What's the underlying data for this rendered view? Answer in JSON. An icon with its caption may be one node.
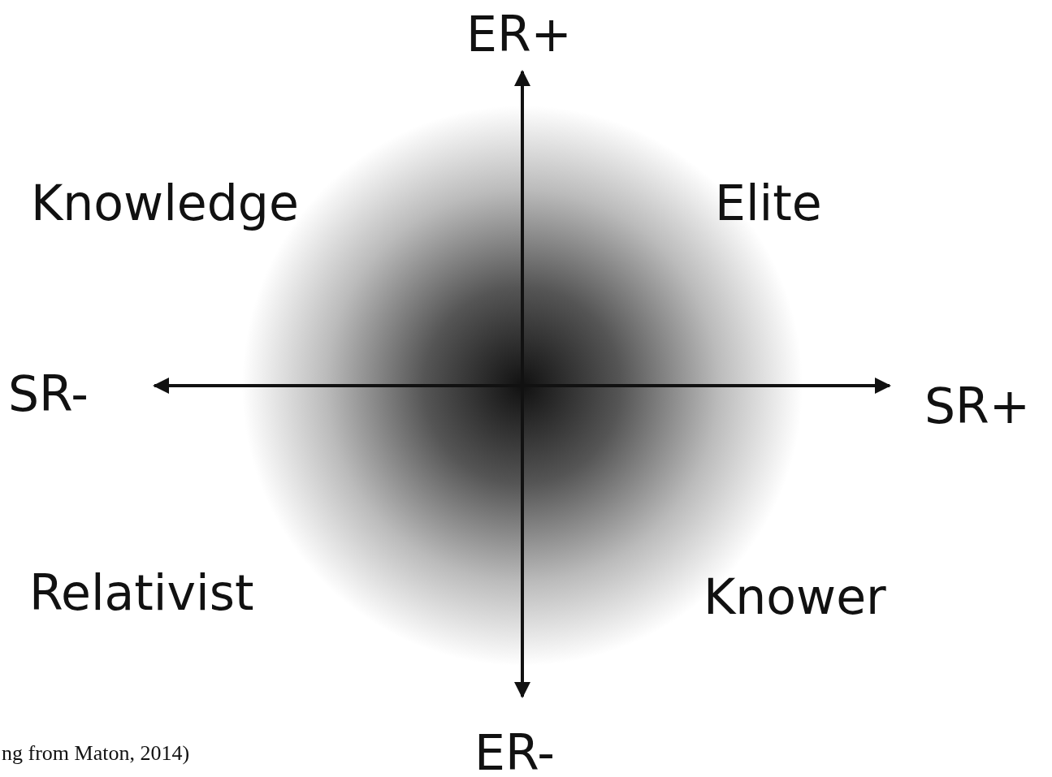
{
  "diagram": {
    "caption": "ng from Maton, 2014)",
    "labels": [
      "ER+",
      "Knowledge",
      "Elite",
      "SR-",
      "SR+",
      "Relativist",
      "Knower",
      "ER-"
    ]
  }
}
